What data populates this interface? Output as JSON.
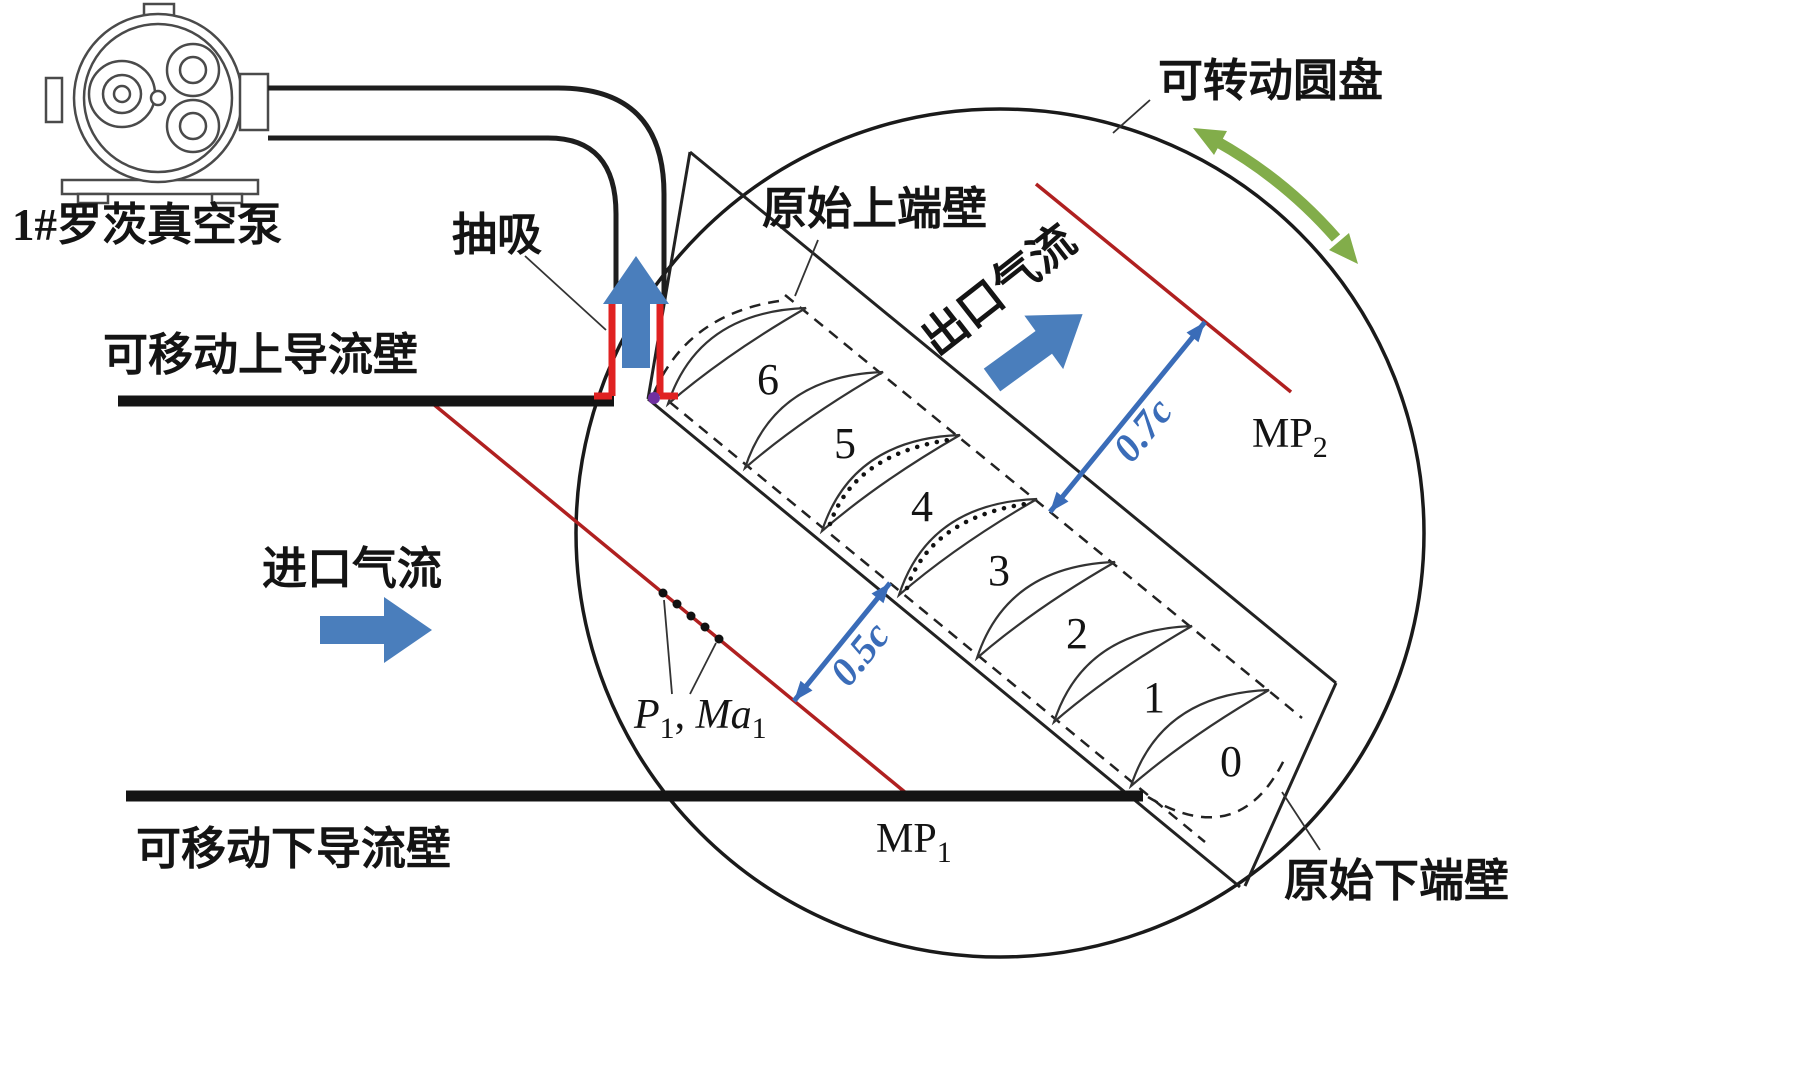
{
  "figure": {
    "pump_label": "1#罗茨真空泵",
    "suction_label": "抽吸",
    "movable_upper_wall_label": "可移动上导流壁",
    "inlet_flow_label": "进口气流",
    "movable_lower_wall_label": "可移动下导流壁",
    "rotatable_disc_label": "可转动圆盘",
    "original_upper_endwall_label": "原始上端壁",
    "original_lower_endwall_label": "原始下端壁",
    "outlet_flow_label": "出口气流",
    "mp1": {
      "base": "MP",
      "sub": "1"
    },
    "mp2": {
      "base": "MP",
      "sub": "2"
    },
    "inlet_probe": {
      "p": "P",
      "p_sub": "1",
      "sep": ", ",
      "ma": "Ma",
      "ma_sub": "1"
    },
    "dim_inlet_distance": "0.5c",
    "dim_outlet_distance": "0.7c",
    "blade_numbers": [
      "6",
      "5",
      "4",
      "3",
      "2",
      "1",
      "0"
    ]
  },
  "colors": {
    "measurement_line": "#b02020",
    "suction_slot": "#e02222",
    "flow_arrow": "#4a7ebc",
    "dimension_arrow": "#3a6cb8",
    "rotation_arrow": "#82ad4a",
    "marker_dot": "#7030a0",
    "wall": "#141414"
  }
}
